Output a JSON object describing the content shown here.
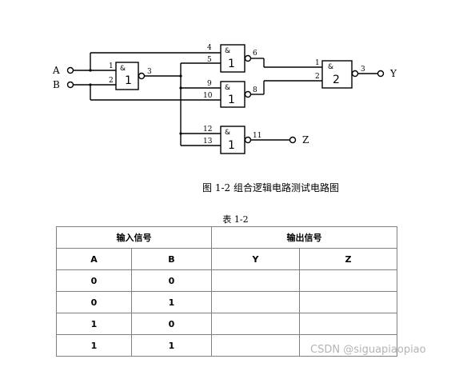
{
  "circuit": {
    "inputs": [
      "A",
      "B"
    ],
    "outputs": [
      "Y",
      "Z"
    ],
    "gate_symbol": "&",
    "gates": [
      {
        "label": "1",
        "pins_in": [
          "1",
          "2"
        ],
        "pin_out": "3"
      },
      {
        "label": "1",
        "pins_in": [
          "4",
          "5"
        ],
        "pin_out": "6"
      },
      {
        "label": "1",
        "pins_in": [
          "9",
          "10"
        ],
        "pin_out": "8"
      },
      {
        "label": "1",
        "pins_in": [
          "12",
          "13"
        ],
        "pin_out": "11"
      },
      {
        "label": "2",
        "pins_in": [
          "1",
          "2"
        ],
        "pin_out": "3"
      }
    ]
  },
  "caption": "图 1-2  组合逻辑电路测试电路图",
  "table": {
    "title": "表 1-2",
    "group_headers": [
      "输入信号",
      "输出信号"
    ],
    "columns": [
      "A",
      "B",
      "Y",
      "Z"
    ],
    "rows": [
      [
        "0",
        "0",
        "",
        ""
      ],
      [
        "0",
        "1",
        "",
        ""
      ],
      [
        "1",
        "0",
        "",
        ""
      ],
      [
        "1",
        "1",
        "",
        ""
      ]
    ]
  },
  "watermark": "CSDN @siguapiaopiao"
}
